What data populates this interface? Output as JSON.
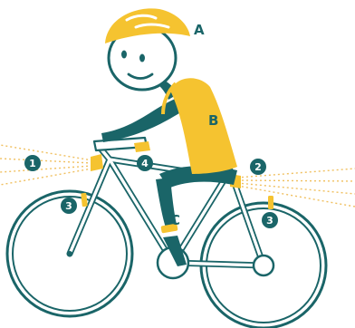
{
  "labels": {
    "helmet": "A",
    "vest": "B",
    "ankle_band": "C"
  },
  "markers": {
    "front_light": "1",
    "rear_light": "2",
    "wheel_reflector_front": "3",
    "wheel_reflector_rear": "3",
    "pedal_reflector": "4"
  },
  "colors": {
    "teal": "#1a6568",
    "yellow": "#f5c330",
    "light_beam": "#f0c060",
    "frame_outline": "#1a6568",
    "frame_fill": "#ffffff"
  },
  "icons": {
    "cyclist": "cyclist-figure",
    "bicycle": "bicycle-outline"
  }
}
